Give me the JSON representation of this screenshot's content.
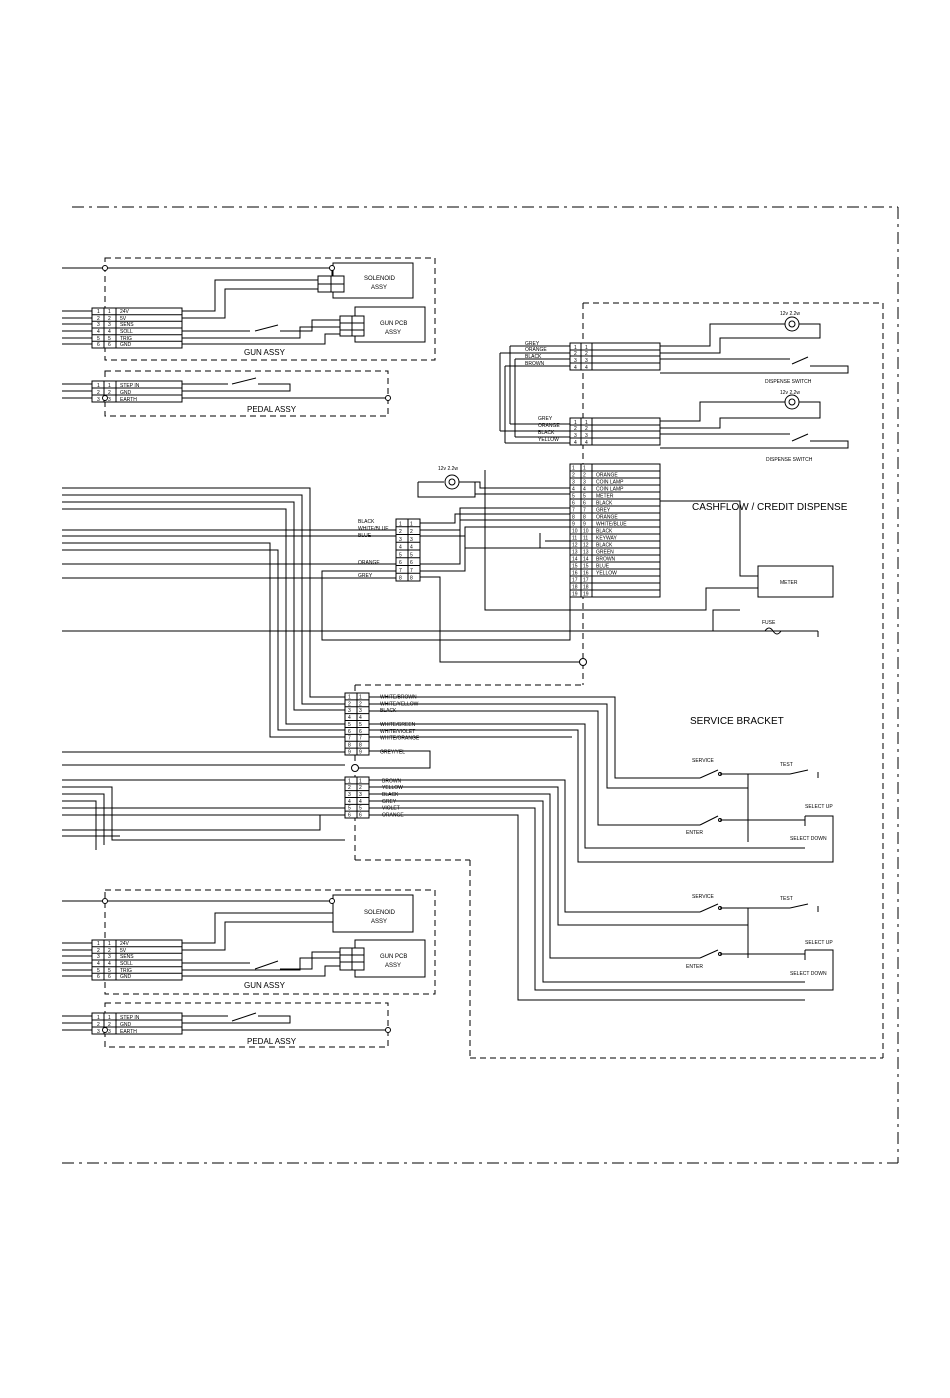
{
  "titles": {
    "cashflow": "CASHFLOW / CREDIT DISPENSE",
    "service_bracket": "SERVICE BRACKET"
  },
  "gun_assy_1": {
    "label": "GUN ASSY",
    "solenoid": [
      "SOLENOID",
      "ASSY"
    ],
    "pcb": [
      "GUN PCB",
      "ASSY"
    ],
    "pins": [
      "1",
      "2",
      "3",
      "4",
      "5",
      "6"
    ],
    "signals": [
      "24V",
      "5V",
      "SENS",
      "SOLL",
      "TRIG",
      "GND"
    ]
  },
  "pedal_assy_1": {
    "label": "PEDAL ASSY",
    "pins": [
      "1",
      "2",
      "3"
    ],
    "signals": [
      "STEP IN",
      "GND",
      "EARTH"
    ]
  },
  "gun_assy_2": {
    "label": "GUN ASSY",
    "solenoid": [
      "SOLENOID",
      "ASSY"
    ],
    "pcb": [
      "GUN PCB",
      "ASSY"
    ],
    "pins": [
      "1",
      "2",
      "3",
      "4",
      "5",
      "6"
    ],
    "signals": [
      "24V",
      "5V",
      "SENS",
      "SOLL",
      "TRIG",
      "GND"
    ]
  },
  "pedal_assy_2": {
    "label": "PEDAL ASSY",
    "pins": [
      "1",
      "2",
      "3"
    ],
    "signals": [
      "STEP IN",
      "GND",
      "EARTH"
    ]
  },
  "dispense_1": {
    "lamp": "12v 2.2w",
    "switch": "DISPENSE SWITCH",
    "wires": [
      "GREY",
      "ORANGE",
      "BLACK",
      "BROWN"
    ]
  },
  "dispense_2": {
    "lamp": "12v 2.2w",
    "switch": "DISPENSE SWITCH",
    "wires": [
      "GREY",
      "ORANGE",
      "BLACK",
      "YELLOW"
    ]
  },
  "mid_lamp": "12v 2.2w",
  "mid_connector_wires": [
    "BLACK",
    "WHITE/BLUE",
    "BLUE",
    "",
    "",
    "",
    "ORANGE",
    "GREY"
  ],
  "main_connector": {
    "pins": [
      "1",
      "2",
      "3",
      "4",
      "5",
      "6",
      "7",
      "8",
      "9",
      "10",
      "11",
      "12",
      "13",
      "14",
      "15",
      "16",
      "17",
      "18",
      "19"
    ],
    "wires": [
      "",
      "ORANGE",
      "COIN LAMP",
      "COIN LAMP",
      "METER",
      "BLACK",
      "GREY",
      "ORANGE",
      "WHITE/BLUE",
      "BLACK",
      "KEYWAY",
      "BLACK",
      "GREEN",
      "BROWN",
      "BLUE",
      "YELLOW",
      "",
      "",
      ""
    ]
  },
  "meter": "METER",
  "fuse": "FUSE",
  "service_connector_1": {
    "pins": [
      "1",
      "2",
      "3",
      "4",
      "5",
      "6",
      "7",
      "8",
      "9"
    ],
    "wires": [
      "WHITE/BROWN",
      "WHITE/YELLOW",
      "BLACK",
      "",
      "WHITE/GREEN",
      "WHITE/VIOLET",
      "WHITE/ORANGE",
      "",
      "GREY/YEL"
    ]
  },
  "service_connector_2": {
    "pins": [
      "1",
      "2",
      "3",
      "4",
      "5",
      "6"
    ],
    "wires": [
      "BROWN",
      "YELLOW",
      "BLACK",
      "GREY",
      "VIOLET",
      "ORANGE"
    ]
  },
  "switches_1": {
    "service": "SERVICE",
    "test": "TEST",
    "enter": "ENTER",
    "select_up": "SELECT UP",
    "select_down": "SELECT DOWN"
  },
  "switches_2": {
    "service": "SERVICE",
    "test": "TEST",
    "enter": "ENTER",
    "select_up": "SELECT UP",
    "select_down": "SELECT DOWN"
  }
}
